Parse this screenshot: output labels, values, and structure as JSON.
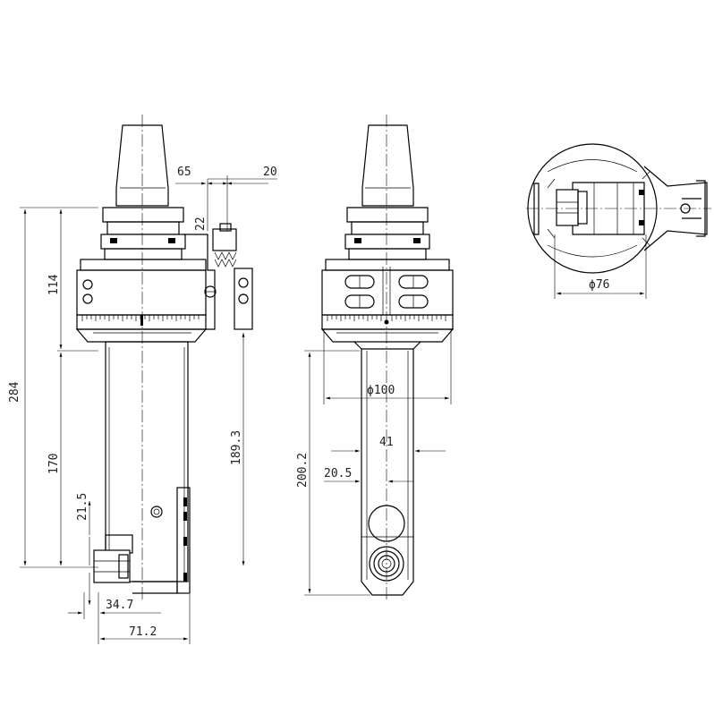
{
  "dimensions": {
    "d65": "65",
    "d20": "20",
    "d22": "22",
    "d114": "114",
    "d284": "284",
    "d170": "170",
    "d21_5": "21.5",
    "d189_3": "189.3",
    "d34_7": "34.7",
    "d71_2": "71.2",
    "d100": "ϕ100",
    "d41": "41",
    "d200_2": "200.2",
    "d20_5": "20.5",
    "d76": "ϕ76"
  }
}
